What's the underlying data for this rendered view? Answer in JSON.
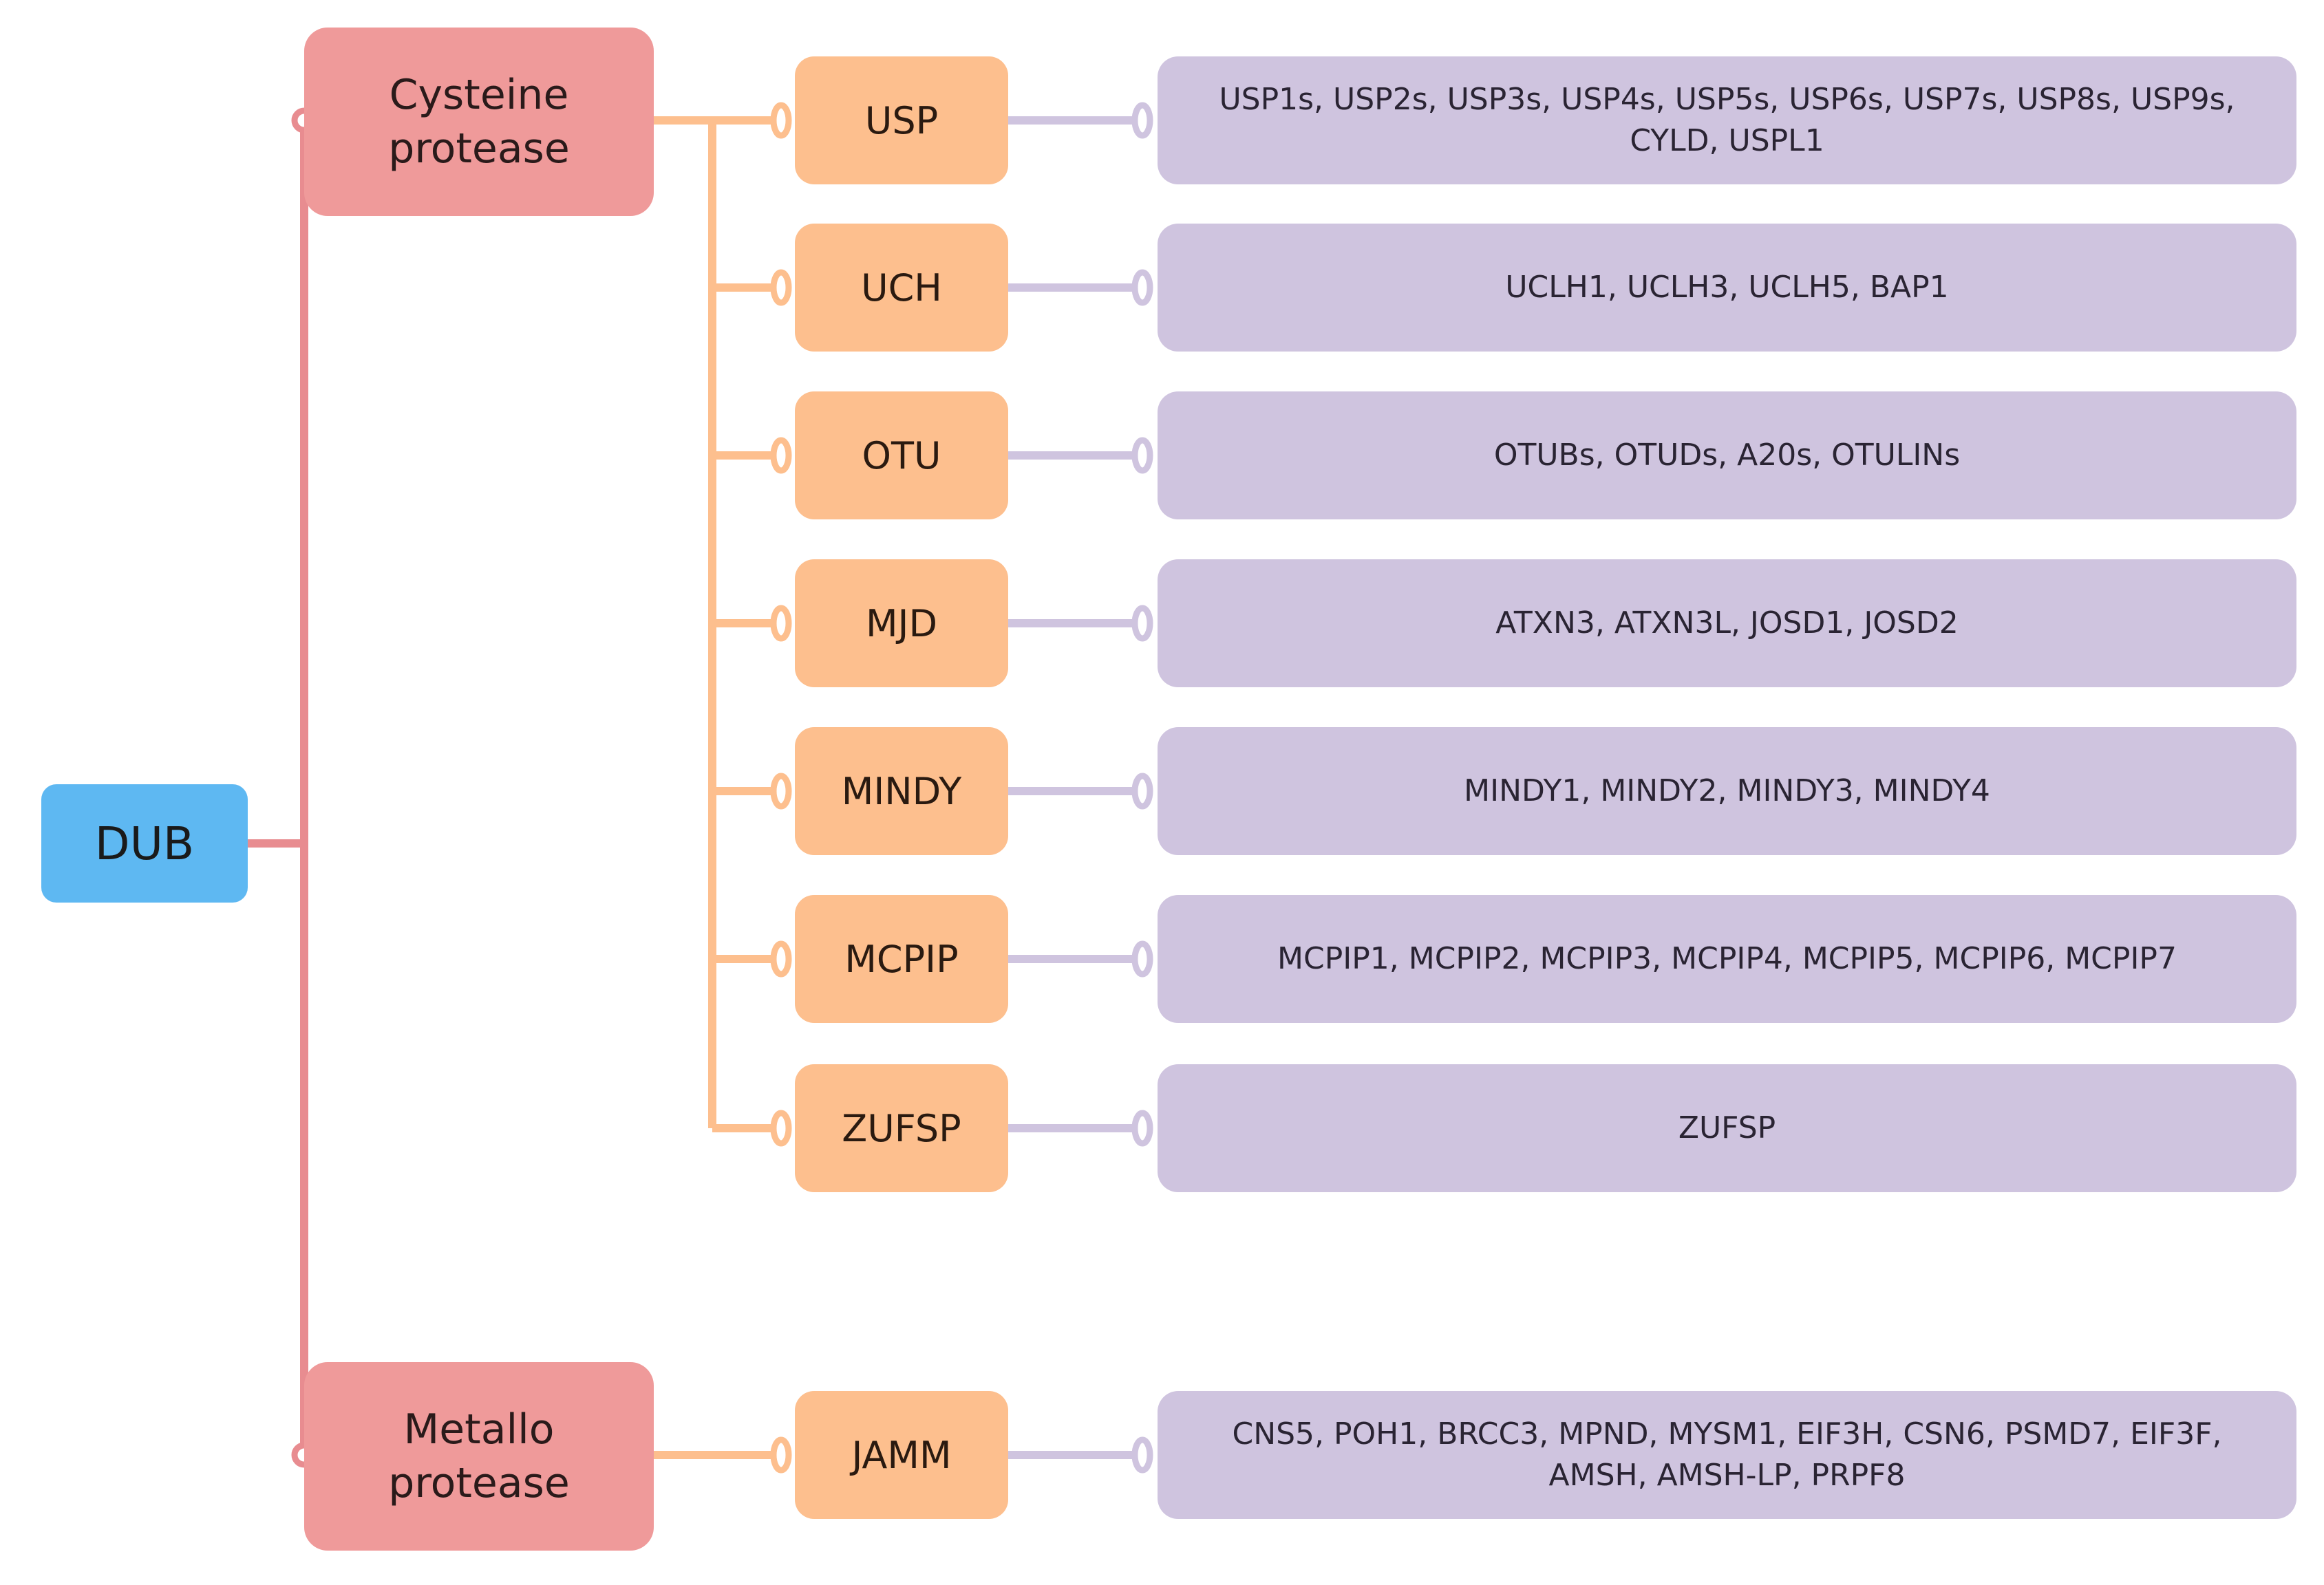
{
  "root": {
    "label": "DUB"
  },
  "categories": [
    {
      "line1": "Cysteine",
      "line2": "protease"
    },
    {
      "line1": "Metallo",
      "line2": "protease"
    }
  ],
  "families": [
    {
      "name": "USP",
      "members": "USP1s, USP2s, USP3s, USP4s, USP5s, USP6s, USP7s, USP8s, USP9s, CYLD, USPL1"
    },
    {
      "name": "UCH",
      "members": "UCLH1, UCLH3, UCLH5, BAP1"
    },
    {
      "name": "OTU",
      "members": "OTUBs, OTUDs, A20s, OTULINs"
    },
    {
      "name": "MJD",
      "members": "ATXN3, ATXN3L, JOSD1, JOSD2"
    },
    {
      "name": "MINDY",
      "members": "MINDY1, MINDY2, MINDY3, MINDY4"
    },
    {
      "name": "MCPIP",
      "members": "MCPIP1, MCPIP2, MCPIP3, MCPIP4, MCPIP5, MCPIP6, MCPIP7"
    },
    {
      "name": "ZUFSP",
      "members": "ZUFSP"
    },
    {
      "name": "JAMM",
      "members": "CNS5, POH1, BRCC3, MPND, MYSM1, EIF3H, CSN6, PSMD7, EIF3F, AMSH, AMSH-LP, PRPF8"
    }
  ],
  "colors": {
    "root": "#5eb8f2",
    "category": "#ef9a9a",
    "family": "#fdbf8e",
    "members": "#cfc4df",
    "root_connector": "#e88c90",
    "family_connector": "#fdbf8e",
    "member_connector": "#cfc4df"
  }
}
